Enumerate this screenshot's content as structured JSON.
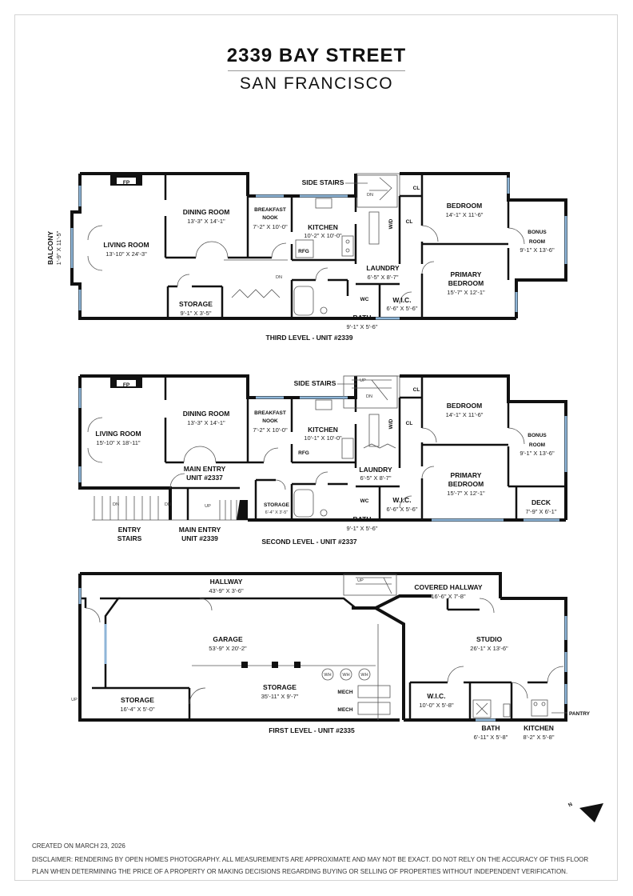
{
  "header": {
    "title": "2339 BAY STREET",
    "subtitle": "SAN FRANCISCO"
  },
  "third_level": {
    "caption": "THIRD LEVEL - UNIT #2339",
    "rooms": {
      "balcony": {
        "name": "BALCONY",
        "dim": "1'-9\" X 11'-5\""
      },
      "living": {
        "name": "LIVING ROOM",
        "dim": "13'-10\" X 24'-3\""
      },
      "fp": "FP",
      "dining": {
        "name": "DINING ROOM",
        "dim": "13'-3\" X 14'-1\""
      },
      "nook_1": "BREAKFAST",
      "nook_2": "NOOK",
      "nook_dim": "7'-2\" X 10'-0\"",
      "kitchen": {
        "name": "KITCHEN",
        "dim": "10'-2\" X 10'-0\""
      },
      "rfg": "RFG",
      "side_stairs": "SIDE STAIRS",
      "dn1": "DN",
      "dn2": "DN",
      "wd": "W/D",
      "laundry": {
        "name": "LAUNDRY",
        "dim": "6'-5\" X 8'-7\""
      },
      "storage": {
        "name": "STORAGE",
        "dim": "9'-1\" X 3'-5\""
      },
      "bath": {
        "name": "BATH",
        "dim": "9'-1\" X 5'-6\""
      },
      "wc": "WC",
      "wic": {
        "name": "W.I.C.",
        "dim": "6'-6\" X 5'-6\""
      },
      "cl1": "CL",
      "cl2": "CL",
      "bedroom": {
        "name": "BEDROOM",
        "dim": "14'-1\" X 11'-6\""
      },
      "bonus_1": "BONUS",
      "bonus_2": "ROOM",
      "bonus_dim": "9'-1\" X 13'-6\"",
      "primary_1": "PRIMARY",
      "primary_2": "BEDROOM",
      "primary_dim": "15'-7\" X 12'-1\""
    }
  },
  "second_level": {
    "caption": "SECOND LEVEL - UNIT #2337",
    "rooms": {
      "living": {
        "name": "LIVING ROOM",
        "dim": "15'-10\" X 18'-11\""
      },
      "fp": "FP",
      "dining": {
        "name": "DINING ROOM",
        "dim": "13'-3\" X 14'-1\""
      },
      "nook_1": "BREAKFAST",
      "nook_2": "NOOK",
      "nook_dim": "7'-2\" X 10'-0\"",
      "kitchen": {
        "name": "KITCHEN",
        "dim": "10'-1\" X 10'-0\""
      },
      "rfg": "RFG",
      "side_stairs": "SIDE STAIRS",
      "up": "UP",
      "dn": "DN",
      "wd": "W/D",
      "laundry": {
        "name": "LAUNDRY",
        "dim": "6'-5\" X 8'-7\""
      },
      "main_entry_2337_1": "MAIN ENTRY",
      "main_entry_2337_2": "UNIT #2337",
      "entry_stairs_1": "ENTRY",
      "entry_stairs_2": "STAIRS",
      "main_entry_2339_1": "MAIN ENTRY",
      "main_entry_2339_2": "UNIT #2339",
      "dn_a": "DN",
      "dn_b": "DN",
      "up_b": "UP",
      "storage": {
        "name": "STORAGE",
        "dim": "6'-4\" X 3'-5\""
      },
      "bath": {
        "name": "BATH",
        "dim": "9'-1\" X 5'-6\""
      },
      "wc": "WC",
      "wic": {
        "name": "W.I.C.",
        "dim": "6'-6\" X 5'-6\""
      },
      "cl1": "CL",
      "cl2": "CL",
      "bedroom": {
        "name": "BEDROOM",
        "dim": "14'-1\" X 11'-6\""
      },
      "bonus_1": "BONUS",
      "bonus_2": "ROOM",
      "bonus_dim": "9'-1\" X 13'-6\"",
      "primary_1": "PRIMARY",
      "primary_2": "BEDROOM",
      "primary_dim": "15'-7\" X 12'-1\"",
      "deck": {
        "name": "DECK",
        "dim": "7'-9\" X 6'-1\""
      }
    }
  },
  "first_level": {
    "caption": "FIRST LEVEL - UNIT #2335",
    "rooms": {
      "hallway": {
        "name": "HALLWAY",
        "dim": "43'-9\" X 3'-6\""
      },
      "up": "UP",
      "covered_hallway": {
        "name": "COVERED HALLWAY",
        "dim": "16'-6\" X 7'-8\""
      },
      "garage": {
        "name": "GARAGE",
        "dim": "53'-9\" X 20'-2\""
      },
      "storage_main": {
        "name": "STORAGE",
        "dim": "35'-11\" X 9'-7\""
      },
      "wh": "WH",
      "mech1": "MECH",
      "mech2": "MECH",
      "storage_small": {
        "name": "STORAGE",
        "dim": "16'-4\" X 5'-0\""
      },
      "up2": "UP",
      "studio": {
        "name": "STUDIO",
        "dim": "26'-1\" X 13'-6\""
      },
      "wic": {
        "name": "W.I.C.",
        "dim": "10'-0\" X 5'-8\""
      },
      "bath": {
        "name": "BATH",
        "dim": "6'-11\" X 5'-8\""
      },
      "kitchen": {
        "name": "KITCHEN",
        "dim": "8'-2\" X 5'-8\""
      },
      "pantry": "PANTRY"
    }
  },
  "compass": {
    "label": "N",
    "icon": "north-arrow-icon"
  },
  "footer": {
    "created": "CREATED ON MARCH 23, 2026",
    "disclaimer": "DISCLAIMER: RENDERING BY OPEN HOMES PHOTOGRAPHY. ALL MEASUREMENTS ARE APPROXIMATE AND MAY NOT BE EXACT. DO NOT RELY ON THE ACCURACY OF THIS FLOOR PLAN WHEN DETERMINING THE PRICE OF A PROPERTY OR MAKING DECISIONS REGARDING BUYING OR SELLING OF PROPERTIES WITHOUT INDEPENDENT VERIFICATION."
  }
}
